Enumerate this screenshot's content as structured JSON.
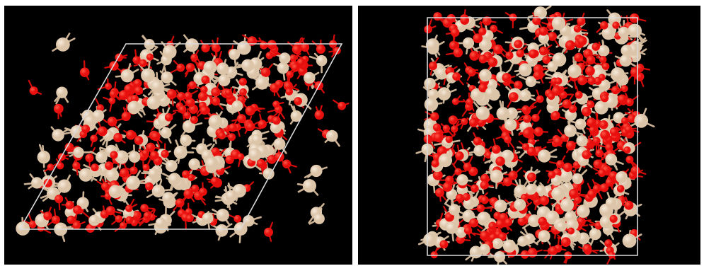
{
  "figure": {
    "background": "#000000",
    "cell_outline_color": "#d9d9d9",
    "panels": [
      {
        "id": "left",
        "view": "parallelogram-top-view"
      },
      {
        "id": "right",
        "view": "rectangular-side-view"
      }
    ]
  },
  "atoms": {
    "oxygen_color": "#e8100e",
    "oxygen_highlight": "#ff5a48",
    "silicon_color": "#dcc4a8",
    "silicon_highlight": "#f6eadb",
    "bond_oxygen_color": "#d40d0a",
    "bond_silicon_color": "#cbb194"
  }
}
